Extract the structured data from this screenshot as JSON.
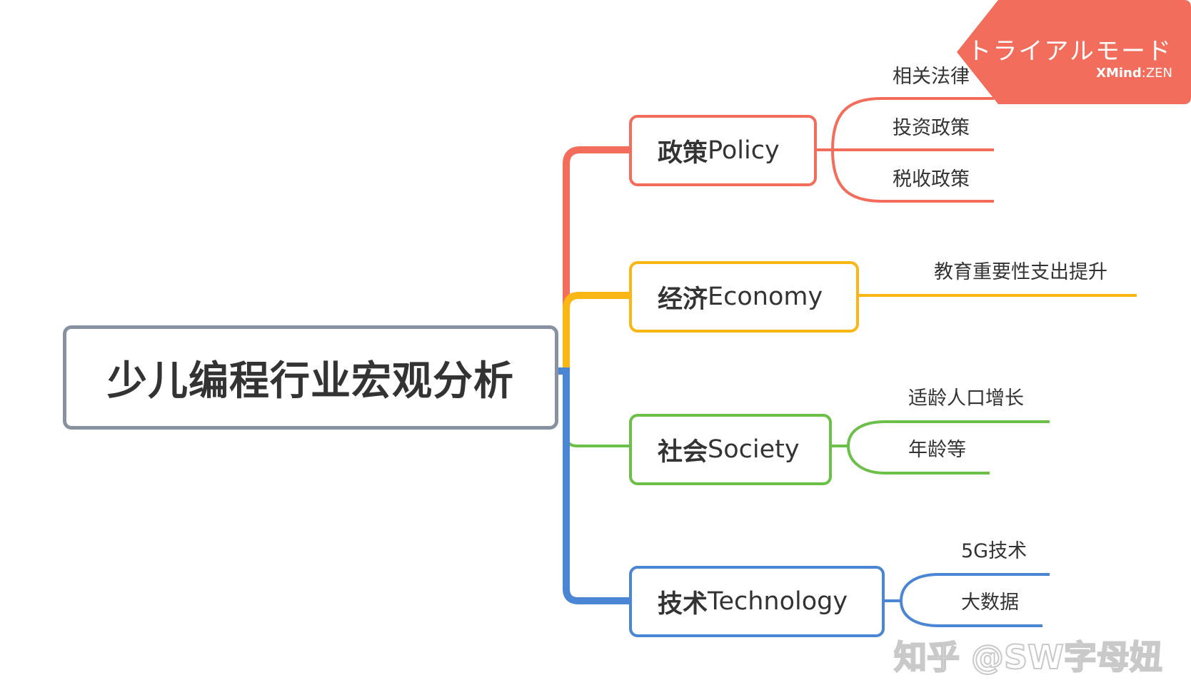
{
  "mindmap": {
    "central_topic": "少儿编程行业宏观分析",
    "branches": [
      {
        "title_cn": "政策",
        "title_en": "Policy",
        "color": "#f26d5b",
        "leaves": [
          "相关法律",
          "投资政策",
          "税收政策"
        ]
      },
      {
        "title_cn": "经济",
        "title_en": "Economy",
        "color": "#fab714",
        "leaves": [
          "教育重要性支出提升"
        ]
      },
      {
        "title_cn": "社会",
        "title_en": "Society",
        "color": "#6cc04a",
        "leaves": [
          "适龄人口增长",
          "年龄等"
        ]
      },
      {
        "title_cn": "技术",
        "title_en": "Technology",
        "color": "#4a86d4",
        "leaves": [
          "5G技术",
          "大数据"
        ]
      }
    ]
  },
  "trial_badge": {
    "title": "トライアルモード",
    "brand": "XMind",
    "separator": ":",
    "edition": "ZEN",
    "color": "#f26d5b"
  },
  "watermark": "知乎 @SW字母妞"
}
